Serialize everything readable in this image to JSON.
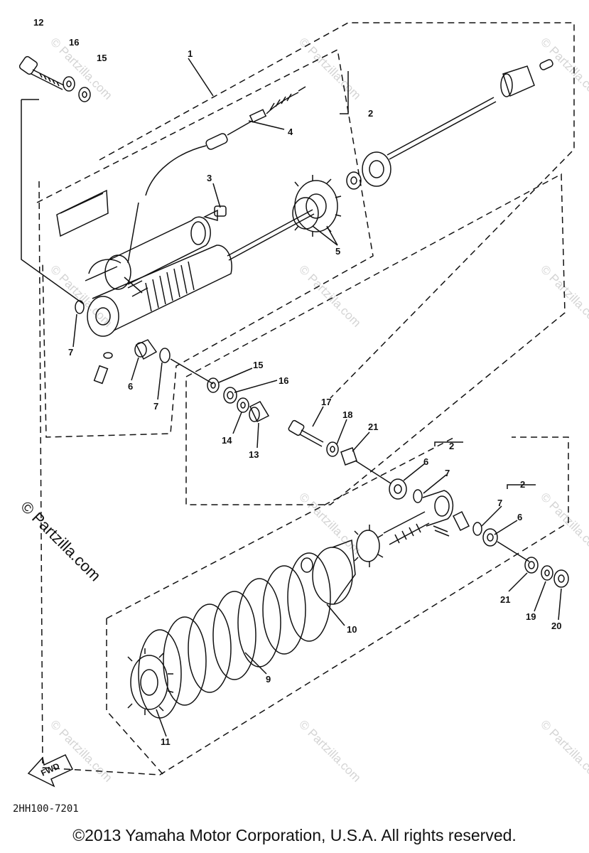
{
  "watermark_text": "© Partzilla.com",
  "side_watermark": "© Partzilla.com",
  "diagram_code": "2HH100-7201",
  "fwd_label": "FWD",
  "copyright": "©2013 Yamaha Motor Corporation, U.S.A. All rights reserved.",
  "labels": {
    "l1": "1",
    "l2a": "2",
    "l2b": "2",
    "l2c": "2",
    "l3": "3",
    "l4": "4",
    "l5": "5",
    "l6a": "6",
    "l6b": "6",
    "l6c": "6",
    "l7a": "7",
    "l7b": "7",
    "l7c": "7",
    "l7d": "7",
    "l9": "9",
    "l10": "10",
    "l11": "11",
    "l12": "12",
    "l13": "13",
    "l14": "14",
    "l15a": "15",
    "l15b": "15",
    "l16a": "16",
    "l16b": "16",
    "l17": "17",
    "l18": "18",
    "l19": "19",
    "l20": "20",
    "l21a": "21",
    "l21b": "21"
  },
  "colors": {
    "ink": "#111111",
    "watermark": "#d4d4d4",
    "background": "#ffffff"
  }
}
